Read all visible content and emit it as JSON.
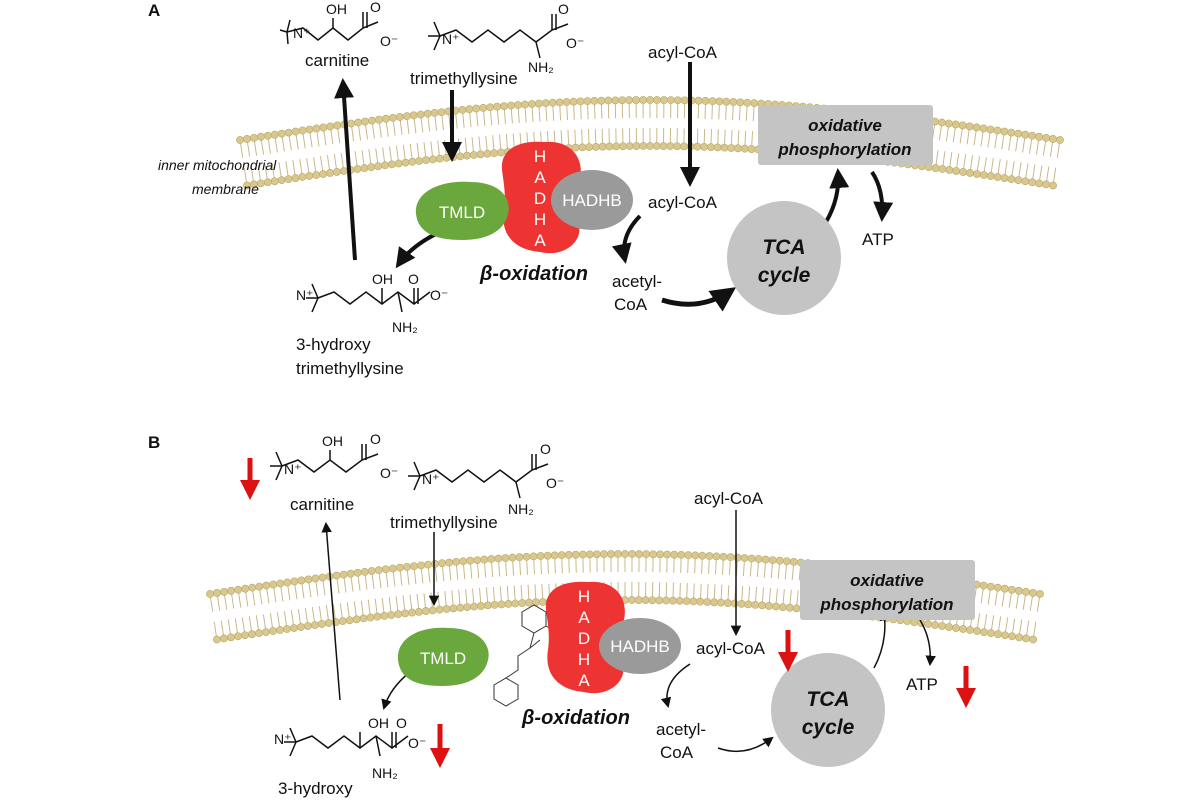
{
  "panels": [
    {
      "letter": "A",
      "membrane_label": [
        "inner mitochondrial",
        "membrane"
      ],
      "molecules": {
        "carnitine": "carnitine",
        "trimethyllysine": "trimethyllysine",
        "hydroxy": [
          "3-hydroxy",
          "trimethyllysine"
        ]
      },
      "enzymes": {
        "tmld": "TMLD",
        "hadha": [
          "H",
          "A",
          "D",
          "H",
          "A"
        ],
        "hadhb": "HADHB"
      },
      "process": {
        "beta": "β-oxidation",
        "tca": [
          "TCA",
          "cycle"
        ],
        "oxphos": [
          "oxidative",
          "phosphorylation"
        ]
      },
      "metabolites": {
        "acyl_top": "acyl-CoA",
        "acyl_in": "acyl-CoA",
        "acetyl": [
          "acetyl-",
          "CoA"
        ],
        "atp": "ATP"
      }
    },
    {
      "letter": "B",
      "membrane_label": [],
      "molecules": {
        "carnitine": "carnitine",
        "trimethyllysine": "trimethyllysine",
        "hydroxy": [
          "3-hydroxy"
        ]
      },
      "enzymes": {
        "tmld": "TMLD",
        "hadha": [
          "H",
          "A",
          "D",
          "H",
          "A"
        ],
        "hadhb": "HADHB"
      },
      "process": {
        "beta": "β-oxidation",
        "tca": [
          "TCA",
          "cycle"
        ],
        "oxphos": [
          "oxidative",
          "phosphorylation"
        ]
      },
      "metabolites": {
        "acyl_top": "acyl-CoA",
        "acyl_in": "acyl-CoA",
        "acetyl": [
          "acetyl-",
          "CoA"
        ],
        "atp": "ATP"
      },
      "decreased": [
        "carnitine",
        "3-hydroxy trimethyllysine",
        "acyl-CoA",
        "ATP"
      ]
    }
  ],
  "chem_atoms": {
    "oh": "OH",
    "o": "O",
    "o_minus": "O⁻",
    "nh2": "NH₂",
    "n_plus": "N⁺"
  },
  "colors": {
    "hadha": "#ee3333",
    "tmld": "#6aa83e",
    "hadhb": "#9a9a9a",
    "process_grey": "#c4c4c4",
    "membrane_head": "#d9c88e",
    "membrane_tail": "#c8b98a",
    "decrease_arrow": "#dd1111"
  }
}
